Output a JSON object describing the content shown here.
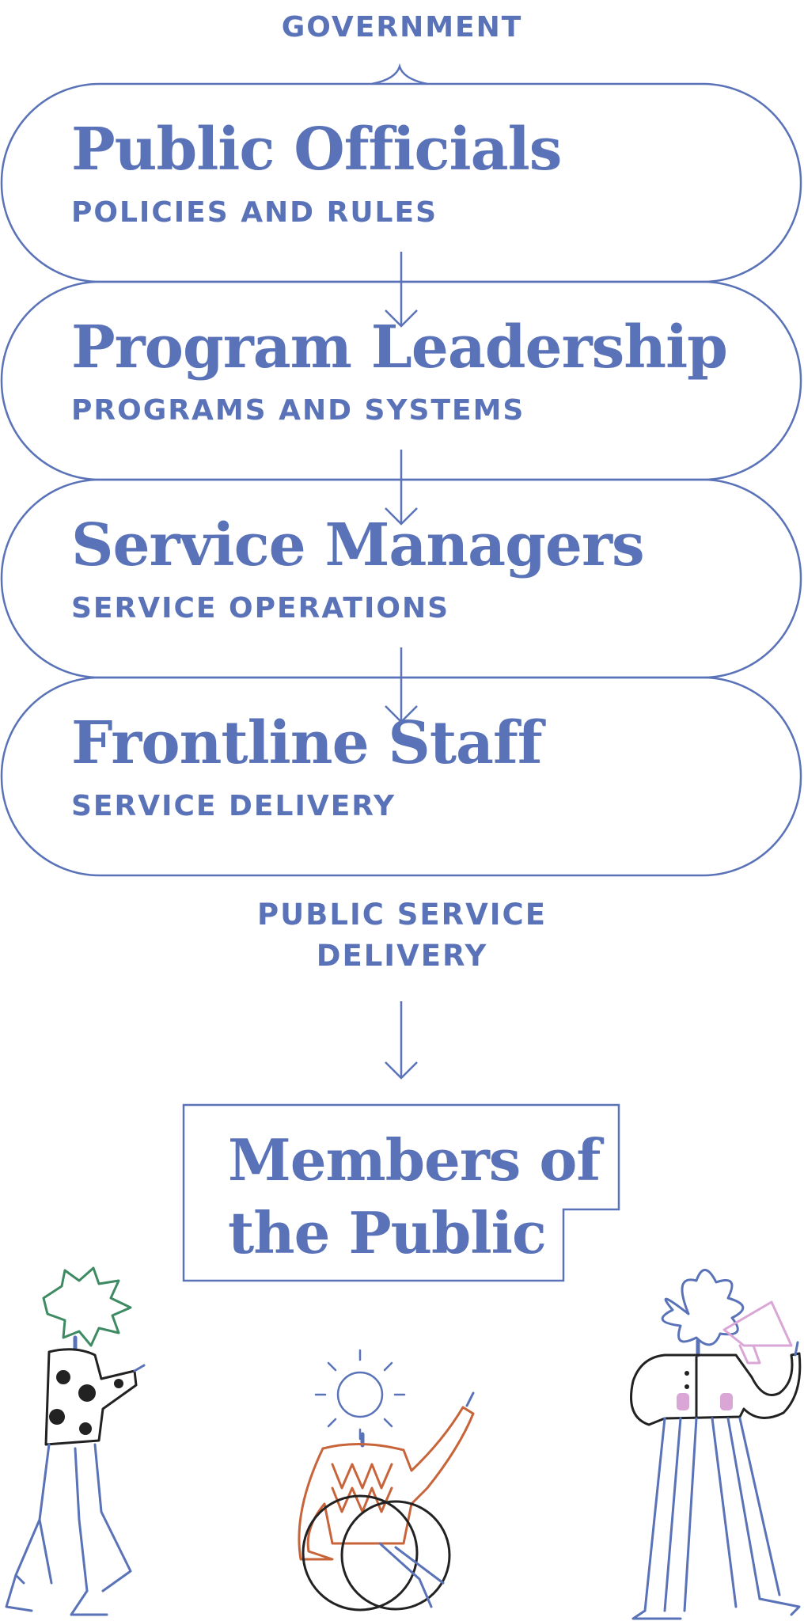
{
  "top_label": "GOVERNMENT",
  "levels": [
    {
      "title": "Public Officials",
      "subtitle": "POLICIES AND RULES"
    },
    {
      "title": "Program Leadership",
      "subtitle": "PROGRAMS AND SYSTEMS"
    },
    {
      "title": "Service Managers",
      "subtitle": "SERVICE OPERATIONS"
    },
    {
      "title": "Frontline Staff",
      "subtitle": "SERVICE DELIVERY"
    }
  ],
  "delivery_label": {
    "line1": "PUBLIC SERVICE",
    "line2": "DELIVERY"
  },
  "public_box": {
    "line1": "Members of",
    "line2": "the Public"
  },
  "colors": {
    "primary": "#5a73b8",
    "green": "#3d8a63",
    "orange": "#c8643a",
    "pink": "#d9a6d6",
    "dark": "#222222"
  }
}
